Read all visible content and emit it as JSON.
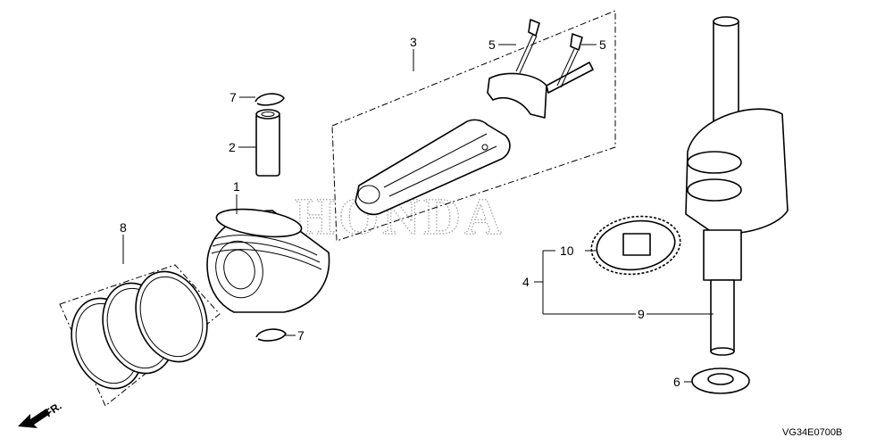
{
  "watermark": {
    "logo_text": "HONDA"
  },
  "diagram_code": "VG34E0700B",
  "front_indicator": "FR.",
  "callouts": {
    "piston": "1",
    "piston_pin": "2",
    "connecting_rod": "3",
    "crankshaft_assembly": "4",
    "rod_bolt_left": "5",
    "rod_bolt_right": "5",
    "thrust_washer": "6",
    "pin_clip_top": "7",
    "pin_clip_bottom": "7",
    "piston_ring_set": "8",
    "crankshaft": "9",
    "timing_gear": "10"
  }
}
